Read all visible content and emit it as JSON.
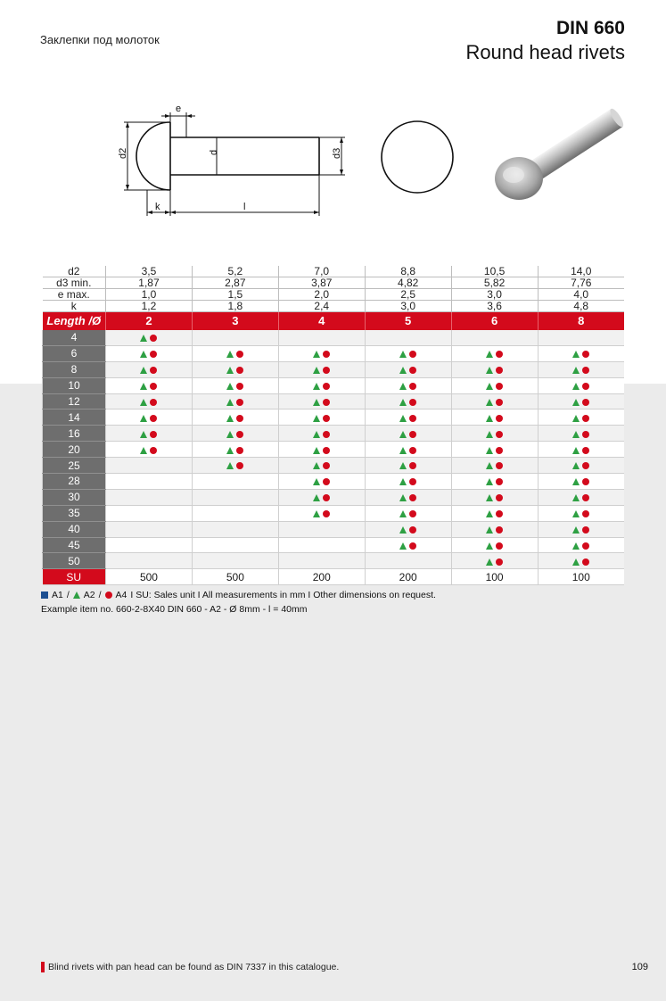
{
  "header": {
    "subtitle_ru": "Заклепки под молоток",
    "title": "DIN 660",
    "subtitle": "Round head rivets"
  },
  "drawing": {
    "labels": {
      "e": "e",
      "d2": "d2",
      "d": "d",
      "d3": "d3",
      "k": "k",
      "l": "l"
    }
  },
  "table": {
    "dims": [
      {
        "name": "d2",
        "values": [
          "3,5",
          "5,2",
          "7,0",
          "8,8",
          "10,5",
          "14,0"
        ]
      },
      {
        "name": "d3 min.",
        "values": [
          "1,87",
          "2,87",
          "3,87",
          "4,82",
          "5,82",
          "7,76"
        ]
      },
      {
        "name": "e max.",
        "values": [
          "1,0",
          "1,5",
          "2,0",
          "2,5",
          "3,0",
          "4,0"
        ]
      },
      {
        "name": "k",
        "values": [
          "1,2",
          "1,8",
          "2,4",
          "3,0",
          "3,6",
          "4,8"
        ]
      }
    ],
    "header_label": "Length /Ø",
    "diameters": [
      "2",
      "3",
      "4",
      "5",
      "6",
      "8"
    ],
    "lengths": [
      "4",
      "6",
      "8",
      "10",
      "12",
      "14",
      "16",
      "20",
      "25",
      "28",
      "30",
      "35",
      "40",
      "45",
      "50"
    ],
    "availability": [
      [
        1,
        0,
        0,
        0,
        0,
        0
      ],
      [
        1,
        1,
        1,
        1,
        1,
        1
      ],
      [
        1,
        1,
        1,
        1,
        1,
        1
      ],
      [
        1,
        1,
        1,
        1,
        1,
        1
      ],
      [
        1,
        1,
        1,
        1,
        1,
        1
      ],
      [
        1,
        1,
        1,
        1,
        1,
        1
      ],
      [
        1,
        1,
        1,
        1,
        1,
        1
      ],
      [
        1,
        1,
        1,
        1,
        1,
        1
      ],
      [
        0,
        1,
        1,
        1,
        1,
        1
      ],
      [
        0,
        0,
        1,
        1,
        1,
        1
      ],
      [
        0,
        0,
        1,
        1,
        1,
        1
      ],
      [
        0,
        0,
        1,
        1,
        1,
        1
      ],
      [
        0,
        0,
        0,
        1,
        1,
        1
      ],
      [
        0,
        0,
        0,
        1,
        1,
        1
      ],
      [
        0,
        0,
        0,
        0,
        1,
        1
      ]
    ],
    "su_label": "SU",
    "su_values": [
      "500",
      "500",
      "200",
      "200",
      "100",
      "100"
    ]
  },
  "legend": {
    "a1": "A1",
    "sep1": "/",
    "a2": "A2",
    "sep2": "/",
    "a4": "A4",
    "text": "I SU: Sales unit I All measurements in mm I Other dimensions on request."
  },
  "example": "Example item no.  660-2-8X40 DIN 660 - A2 - Ø 8mm - l = 40mm",
  "footnote": "Blind rivets with pan head can be found as DIN 7337 in this catalogue.",
  "page_number": "109",
  "colors": {
    "red": "#d30a1c",
    "green": "#2ea043",
    "blue": "#1d4f91",
    "gray_cell": "#6e6e6e"
  }
}
